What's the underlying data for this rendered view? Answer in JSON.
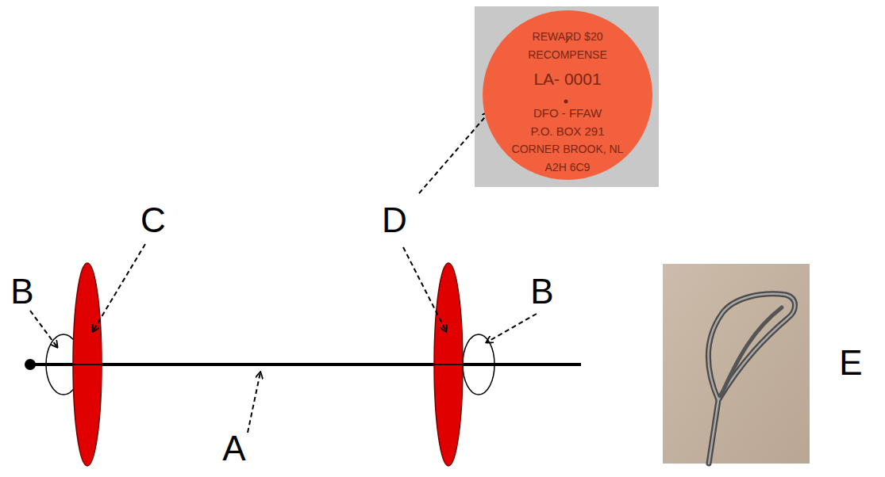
{
  "diagram": {
    "nodes": [
      {
        "text": [
          "REWARD $20",
          "RECOMPENSE",
          "LA- 0001",
          "DFO - FFAW",
          "P.O. BOX 291",
          "CORNER BROOK, NL",
          "A2H 6C9"
        ]
      }
    ],
    "labels": [
      "C",
      "D",
      "B",
      "B",
      "E",
      "A"
    ]
  }
}
